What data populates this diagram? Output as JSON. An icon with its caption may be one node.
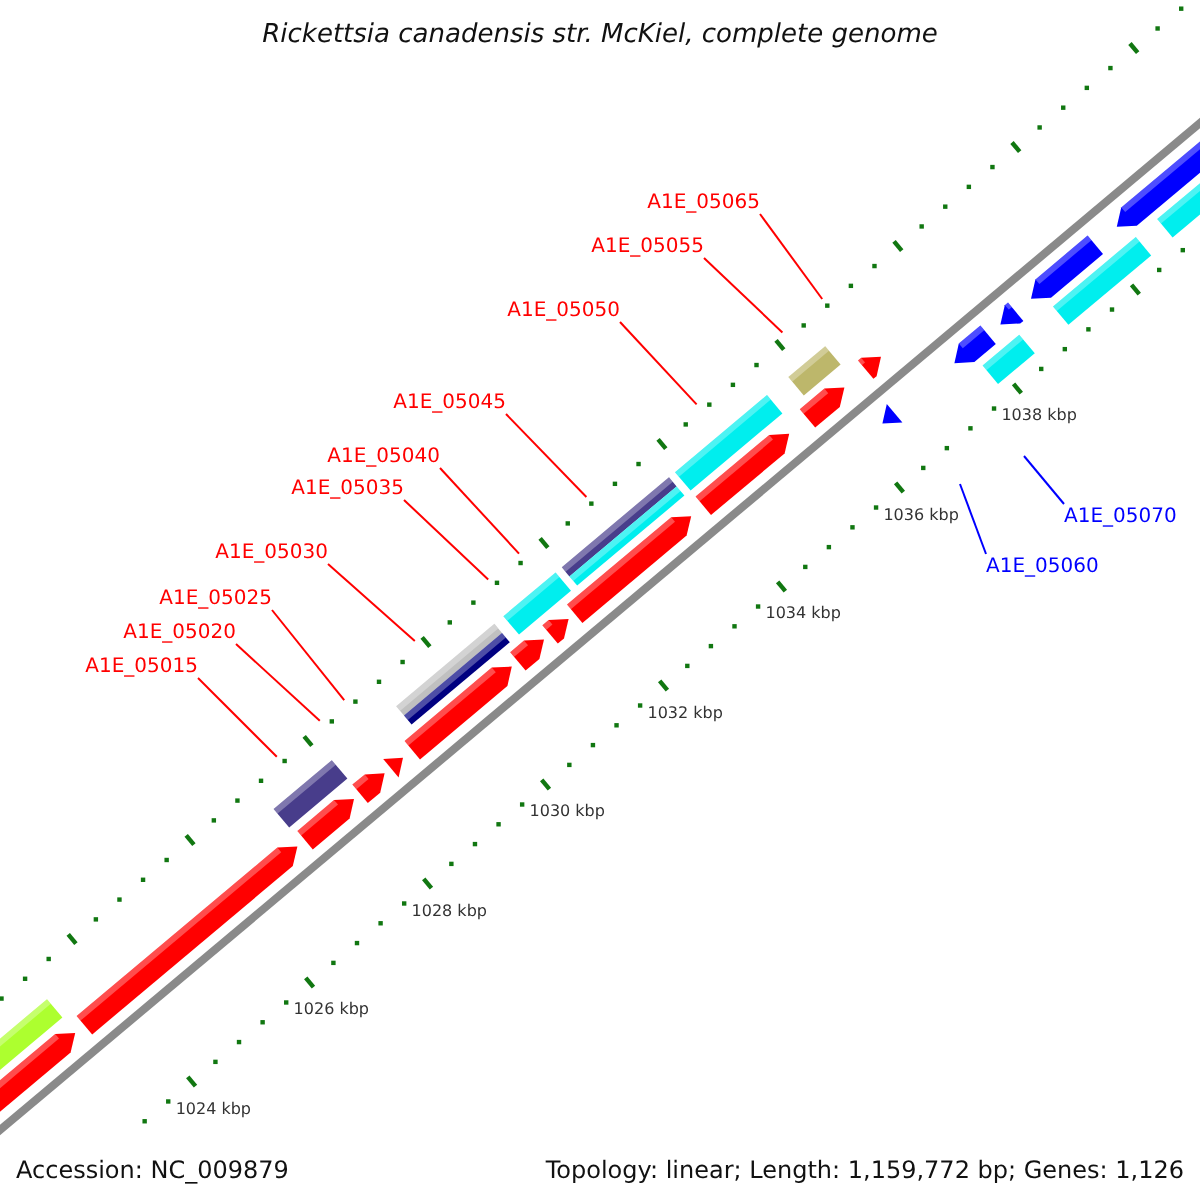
{
  "diagram": {
    "title": "Rickettsia canadensis str. McKiel, complete genome",
    "nodes": [
      {
        "text": [
          "A1E_05065"
        ]
      },
      {
        "text": [
          "A1E_05055"
        ]
      },
      {
        "text": [
          "A1E_05050"
        ]
      },
      {
        "text": [
          "A1E_05045"
        ]
      },
      {
        "text": [
          "A1E_05040"
        ]
      },
      {
        "text": [
          "A1E_05035"
        ]
      },
      {
        "text": [
          "A1E_05030"
        ]
      },
      {
        "text": [
          "A1E_05025"
        ]
      },
      {
        "text": [
          "A1E_05020"
        ]
      },
      {
        "text": [
          "A1E_05015"
        ]
      },
      {
        "text": [
          "A1E_05070"
        ]
      },
      {
        "text": [
          "A1E_05060"
        ]
      }
    ],
    "edges": [
      {
        "from": 0,
        "to": null,
        "arrow": "none"
      },
      {
        "from": 1,
        "to": null,
        "arrow": "none"
      },
      {
        "from": 2,
        "to": null,
        "arrow": "none"
      },
      {
        "from": 3,
        "to": null,
        "arrow": "none"
      },
      {
        "from": 4,
        "to": null,
        "arrow": "none"
      },
      {
        "from": 5,
        "to": null,
        "arrow": "none"
      },
      {
        "from": 6,
        "to": null,
        "arrow": "none"
      },
      {
        "from": 7,
        "to": null,
        "arrow": "none"
      },
      {
        "from": 8,
        "to": null,
        "arrow": "none"
      },
      {
        "from": 9,
        "to": null,
        "arrow": "none"
      },
      {
        "from": 10,
        "to": null,
        "arrow": "none",
        "color": "#0000ff"
      },
      {
        "from": 11,
        "to": null,
        "arrow": "none",
        "color": "#0000ff"
      }
    ],
    "labels": [
      "1024 kbp",
      "1026 kbp",
      "1028 kbp",
      "1030 kbp",
      "1032 kbp",
      "1034 kbp",
      "1036 kbp",
      "1038 kbp",
      "Accession: NC_009879",
      "Topology: linear; Length: 1,159,772 bp; Genes: 1,126"
    ]
  }
}
